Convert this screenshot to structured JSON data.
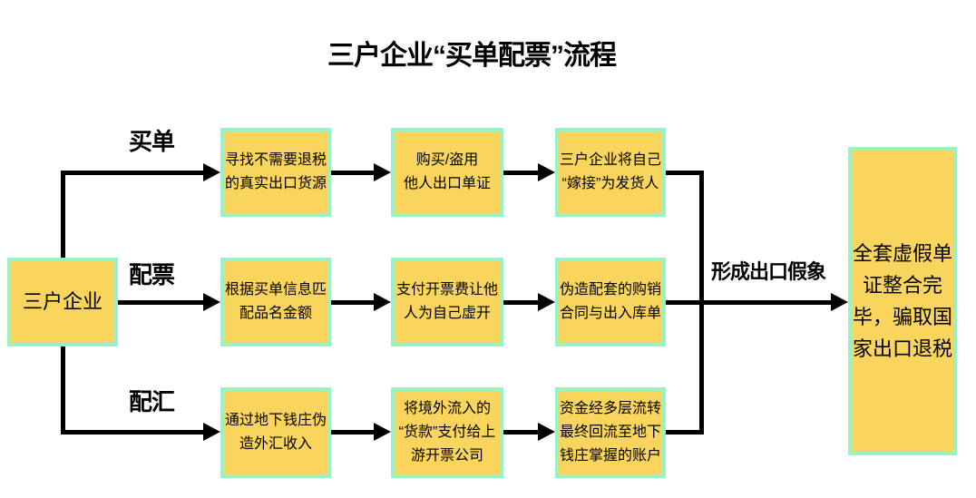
{
  "title": "三户企业“买单配票”流程",
  "colors": {
    "box_fill": "#FAD55E",
    "box_border": "#9AF2C4",
    "line": "#000000",
    "background": "#FFFFFF",
    "text": "#000000"
  },
  "source_box": {
    "label": "三户企业"
  },
  "branches": [
    {
      "label": "买单",
      "steps": [
        "寻找不需要退税\n的真实出口货源",
        "购买/盗用\n他人出口单证",
        "三户企业将自己\n“嫁接”为发货人"
      ]
    },
    {
      "label": "配票",
      "steps": [
        "根据买单信息匹\n配品名金额",
        "支付开票费让他\n人为自己虚开",
        "伪造配套的购销\n合同与出入库单"
      ]
    },
    {
      "label": "配汇",
      "steps": [
        "通过地下钱庄伪\n造外汇收入",
        "将境外流入的\n“货款”支付给上\n游开票公司",
        "资金经多层流转\n最终回流至地下\n钱庄掌握的账户"
      ]
    }
  ],
  "merge_label": "形成出口假象",
  "result_box": {
    "label": "全套虚假单\n证整合完\n毕，骗取国\n家出口退税"
  }
}
